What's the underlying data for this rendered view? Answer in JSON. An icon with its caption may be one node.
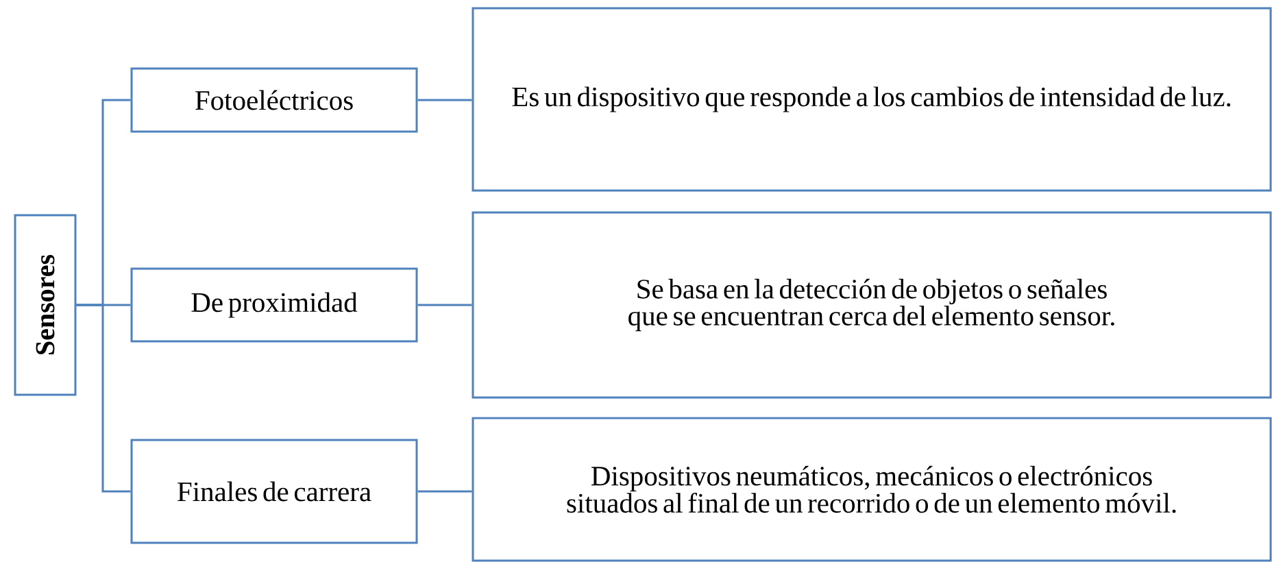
{
  "diagram": {
    "nodes": [
      {
        "text": [
          "Sensores"
        ]
      },
      {
        "text": [
          "Fotoeléctricos"
        ]
      },
      {
        "text": [
          "Es un dispositivo que responde a los cambios de intensidad de luz."
        ]
      },
      {
        "text": [
          "De proximidad"
        ]
      },
      {
        "text": [
          "Se basa en la detección de objetos o señales que se encuentran cerca del elemento sensor."
        ]
      },
      {
        "text": [
          "Finales de carrera"
        ]
      },
      {
        "text": [
          "Dispositivos neumáticos, mecánicos o electrónicos situados al final de un recorrido o de un elemento móvil."
        ]
      }
    ],
    "edges": [
      {
        "from": 0,
        "to": 1,
        "arrow": "none"
      },
      {
        "from": 0,
        "to": 3,
        "arrow": "none"
      },
      {
        "from": 0,
        "to": 5,
        "arrow": "none"
      },
      {
        "from": 1,
        "to": 2,
        "arrow": "none"
      },
      {
        "from": 3,
        "to": 4,
        "arrow": "none"
      },
      {
        "from": 5,
        "to": 6,
        "arrow": "none"
      }
    ]
  }
}
